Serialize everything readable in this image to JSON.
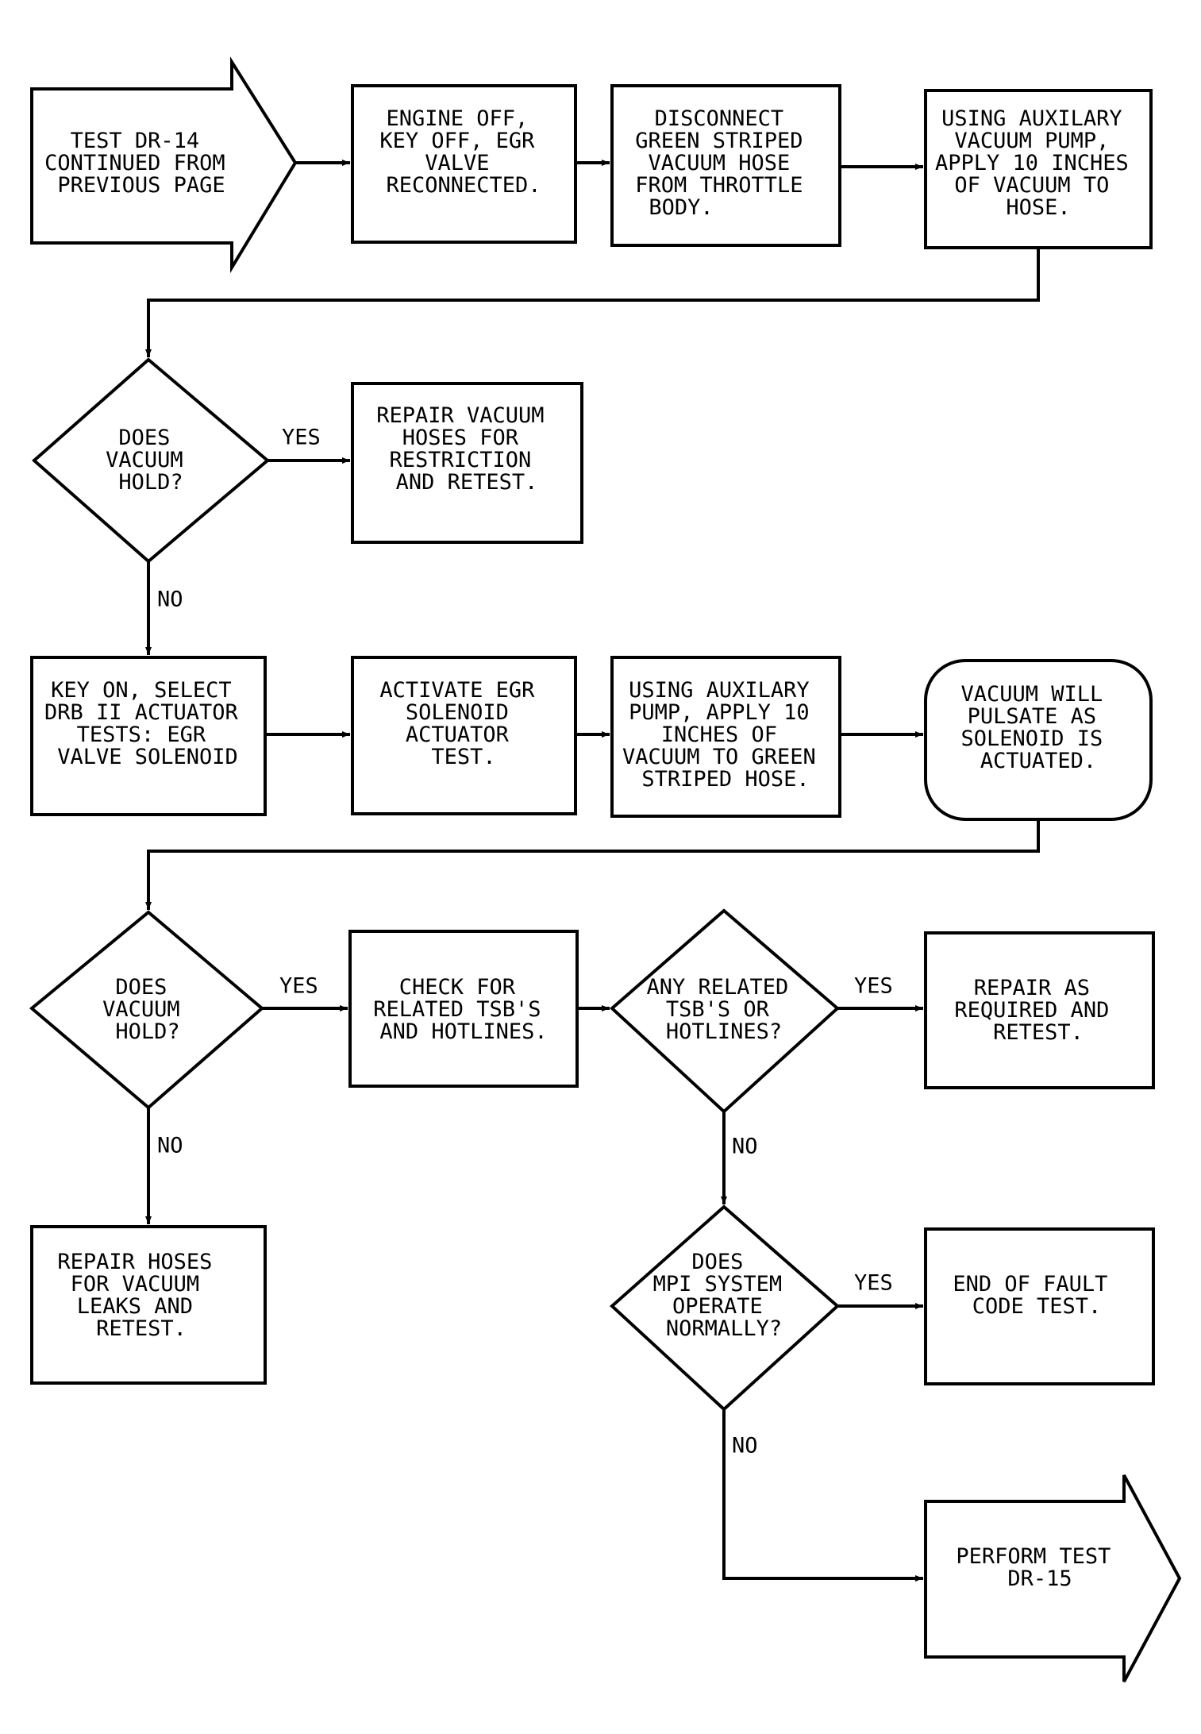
{
  "nodes": {
    "start_arrow": [
      "TEST DR-14",
      "CONTINUED FROM",
      "PREVIOUS PAGE"
    ],
    "engine_off": [
      "ENGINE OFF,",
      "KEY OFF, EGR",
      "VALVE",
      "RECONNECTED."
    ],
    "disconnect_hose": [
      "DISCONNECT",
      "GREEN STRIPED",
      "VACUUM HOSE",
      "FROM THROTTLE",
      "BODY."
    ],
    "apply_vacuum": [
      "USING AUXILARY",
      "VACUUM PUMP,",
      "APPLY 10 INCHES",
      "OF VACUUM TO",
      "HOSE."
    ],
    "vacuum_hold_1": [
      "DOES",
      "VACUUM",
      "HOLD?"
    ],
    "repair_restriction": [
      "REPAIR VACUUM",
      "HOSES FOR",
      "RESTRICTION",
      "AND RETEST."
    ],
    "key_on_select": [
      "KEY ON, SELECT",
      "DRB II ACTUATOR",
      "TESTS: EGR",
      "VALVE SOLENOID"
    ],
    "activate_egr": [
      "ACTIVATE EGR",
      "SOLENOID",
      "ACTUATOR",
      "TEST."
    ],
    "aux_pump_green": [
      "USING AUXILARY",
      "PUMP, APPLY 10",
      "INCHES OF",
      "VACUUM TO GREEN",
      "STRIPED HOSE."
    ],
    "vacuum_pulsate": [
      "VACUUM WILL",
      "PULSATE AS",
      "SOLENOID IS",
      "ACTUATED."
    ],
    "vacuum_hold_2": [
      "DOES",
      "VACUUM",
      "HOLD?"
    ],
    "check_tsb": [
      "CHECK FOR",
      "RELATED TSB'S",
      "AND HOTLINES."
    ],
    "any_tsb": [
      "ANY RELATED",
      "TSB'S OR",
      "HOTLINES?"
    ],
    "repair_required": [
      "REPAIR AS",
      "REQUIRED AND",
      "RETEST."
    ],
    "repair_leaks": [
      "REPAIR HOSES",
      "FOR VACUUM",
      "LEAKS AND",
      "RETEST."
    ],
    "mpi_operate": [
      "DOES",
      "MPI SYSTEM",
      "OPERATE",
      "NORMALLY?"
    ],
    "end_test": [
      "END OF FAULT",
      "CODE TEST."
    ],
    "perform_dr15": [
      "PERFORM TEST",
      "DR-15"
    ]
  },
  "edge_labels": {
    "hold1_yes": "YES",
    "hold1_no": "NO",
    "hold2_yes": "YES",
    "hold2_no": "NO",
    "tsb_yes": "YES",
    "tsb_no": "NO",
    "mpi_yes": "YES",
    "mpi_no": "NO"
  }
}
